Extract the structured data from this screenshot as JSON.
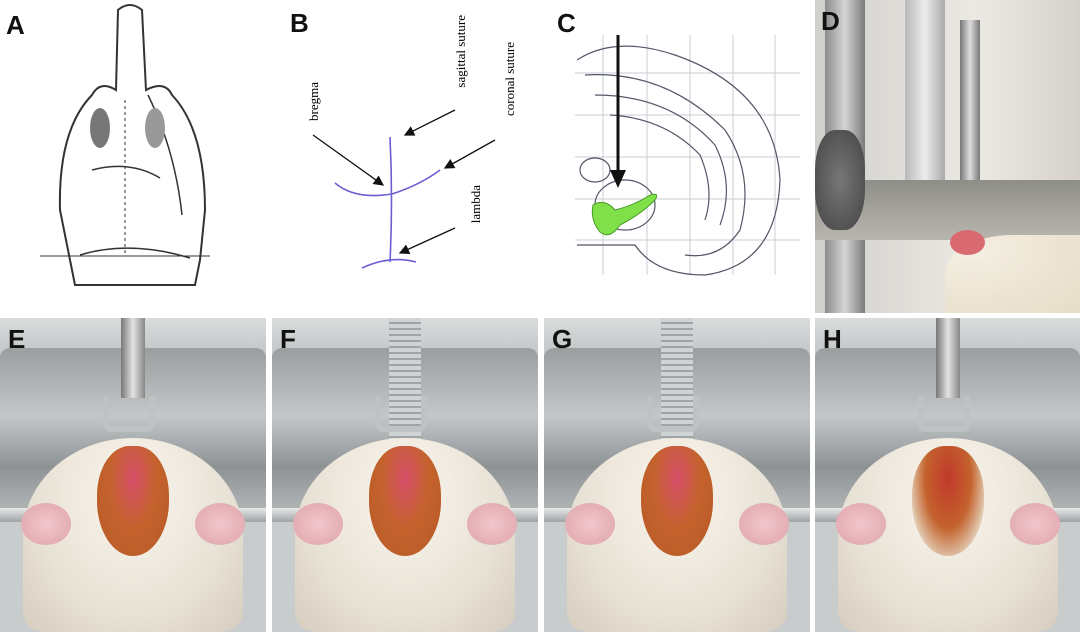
{
  "panels": {
    "A": {
      "label": "A"
    },
    "B": {
      "label": "B",
      "annotations": {
        "bregma": "bregma",
        "sagittal": "sagittal suture",
        "coronal": "coronal suture",
        "lambda": "lambda"
      }
    },
    "C": {
      "label": "C"
    },
    "D": {
      "label": "D"
    },
    "E": {
      "label": "E"
    },
    "F": {
      "label": "F"
    },
    "G": {
      "label": "G"
    },
    "H": {
      "label": "H"
    }
  },
  "colors": {
    "suture_lines": "#6a5fd0",
    "target_region": "#7fe04a"
  }
}
